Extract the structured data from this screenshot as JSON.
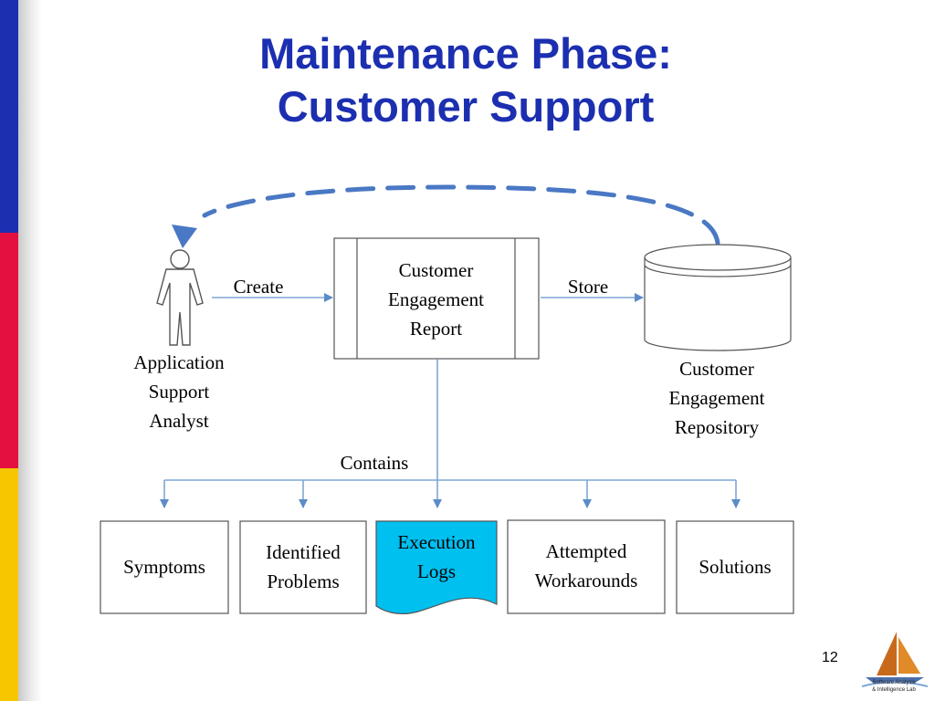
{
  "title": {
    "line1": "Maintenance Phase:",
    "line2": "Customer Support"
  },
  "actor": {
    "label_lines": [
      "Application",
      "Support",
      "Analyst"
    ]
  },
  "flows": {
    "create": "Create",
    "store": "Store",
    "contains": "Contains"
  },
  "report": {
    "label_lines": [
      "Customer",
      "Engagement",
      "Report"
    ]
  },
  "repository": {
    "label_lines": [
      "Customer",
      "Engagement",
      "Repository"
    ]
  },
  "items": [
    {
      "label_lines": [
        "Symptoms"
      ]
    },
    {
      "label_lines": [
        "Identified",
        "Problems"
      ]
    },
    {
      "label_lines": [
        "Execution",
        "Logs"
      ]
    },
    {
      "label_lines": [
        "Attempted",
        "Workarounds"
      ]
    },
    {
      "label_lines": [
        "Solutions"
      ]
    }
  ],
  "page_number": "12",
  "logo": {
    "line1": "Software Analysis",
    "line2": "& Intelligence Lab"
  },
  "colors": {
    "title": "#1c2fb0",
    "connector": "#7ea6d6",
    "dashed_arrow": "#4a78c4",
    "execution_logs_fill": "#00c0f0",
    "bar_blue": "#1c2fb0",
    "bar_red": "#e4103f",
    "bar_yellow": "#f6c700"
  }
}
